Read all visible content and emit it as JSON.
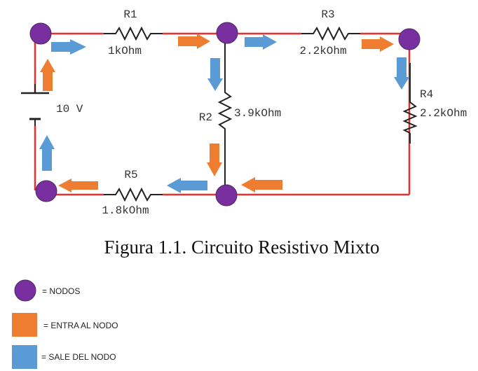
{
  "colors": {
    "wire": "#e8302f",
    "node": "#7a2fa0",
    "node_stroke": "#4b2a5a",
    "enter_arrow": "#ee7d31",
    "exit_arrow": "#5b9bd5",
    "component": "#222222"
  },
  "circuit": {
    "source": {
      "voltage": "10 V"
    },
    "resistors": [
      {
        "name": "R1",
        "value": "1kOhm"
      },
      {
        "name": "R2",
        "value": "3.9kOhm"
      },
      {
        "name": "R3",
        "value": "2.2kOhm"
      },
      {
        "name": "R4",
        "value": "2.2kOhm"
      },
      {
        "name": "R5",
        "value": "1.8kOhm"
      }
    ]
  },
  "caption": "Figura 1.1. Circuito Resistivo Mixto",
  "legend": {
    "nodes": "= NODOS",
    "enter": "= ENTRA AL NODO",
    "exit": "= SALE DEL NODO"
  }
}
